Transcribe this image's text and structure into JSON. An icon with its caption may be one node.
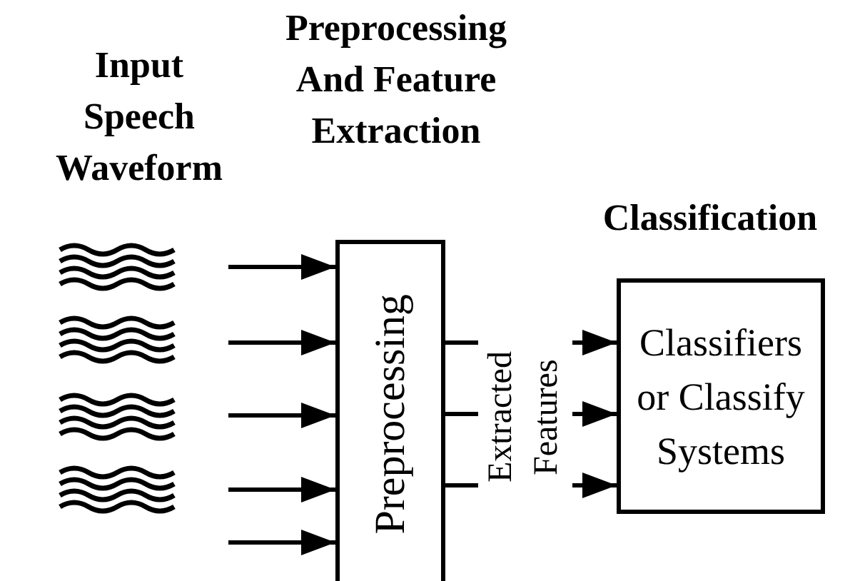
{
  "diagram": {
    "nodes": [
      {
        "text": [
          "Preprocessing"
        ]
      },
      {
        "text": [
          "Classifiers or Classify Systems"
        ]
      }
    ],
    "edges": [
      {
        "from": null,
        "to": 0,
        "arrow": "to"
      },
      {
        "from": null,
        "to": 0,
        "arrow": "to"
      },
      {
        "from": null,
        "to": 0,
        "arrow": "to"
      },
      {
        "from": null,
        "to": 0,
        "arrow": "to"
      },
      {
        "from": null,
        "to": 0,
        "arrow": "to"
      },
      {
        "from": 0,
        "to": 1,
        "arrow": "to"
      },
      {
        "from": 0,
        "to": 1,
        "arrow": "to"
      },
      {
        "from": 0,
        "to": 1,
        "arrow": "to"
      }
    ],
    "labels": [
      "Input Speech Waveform",
      "Preprocessing And Feature Extraction",
      "Classification",
      "Extracted Features"
    ]
  }
}
